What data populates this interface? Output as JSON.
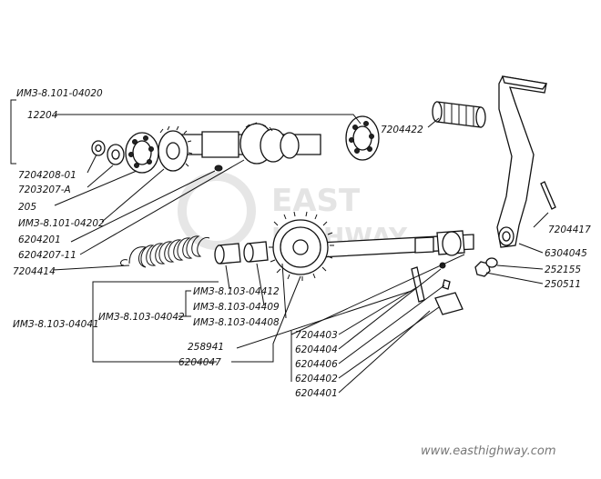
{
  "labels": {
    "a": "ИМЗ-8.101-04020",
    "b": "12204",
    "c": "7204208-01",
    "d": "7203207-А",
    "e": "205",
    "f": "ИМЗ-8.101-04202",
    "g": "6204201",
    "h": "6204207-11",
    "i": "7204414",
    "j": "ИМЗ-8.103-04041",
    "k": "ИМЗ-8.103-04042",
    "l": "ИМЗ-8.103-04412",
    "m": "ИМЗ-8.103-04409",
    "n": "ИМЗ-8.103-04408",
    "o": "258941",
    "p": "6204047",
    "q": "7204403",
    "r": "6204404",
    "s": "6204406",
    "t": "6204402",
    "u": "6204401",
    "v": "7204422",
    "w": "7204417",
    "x": "6304045",
    "y": "252155",
    "z": "250511"
  },
  "watermark": {
    "line1": "EAST",
    "line2": "HIGHWAY"
  },
  "footer": {
    "site": "www.easthighway.com"
  }
}
